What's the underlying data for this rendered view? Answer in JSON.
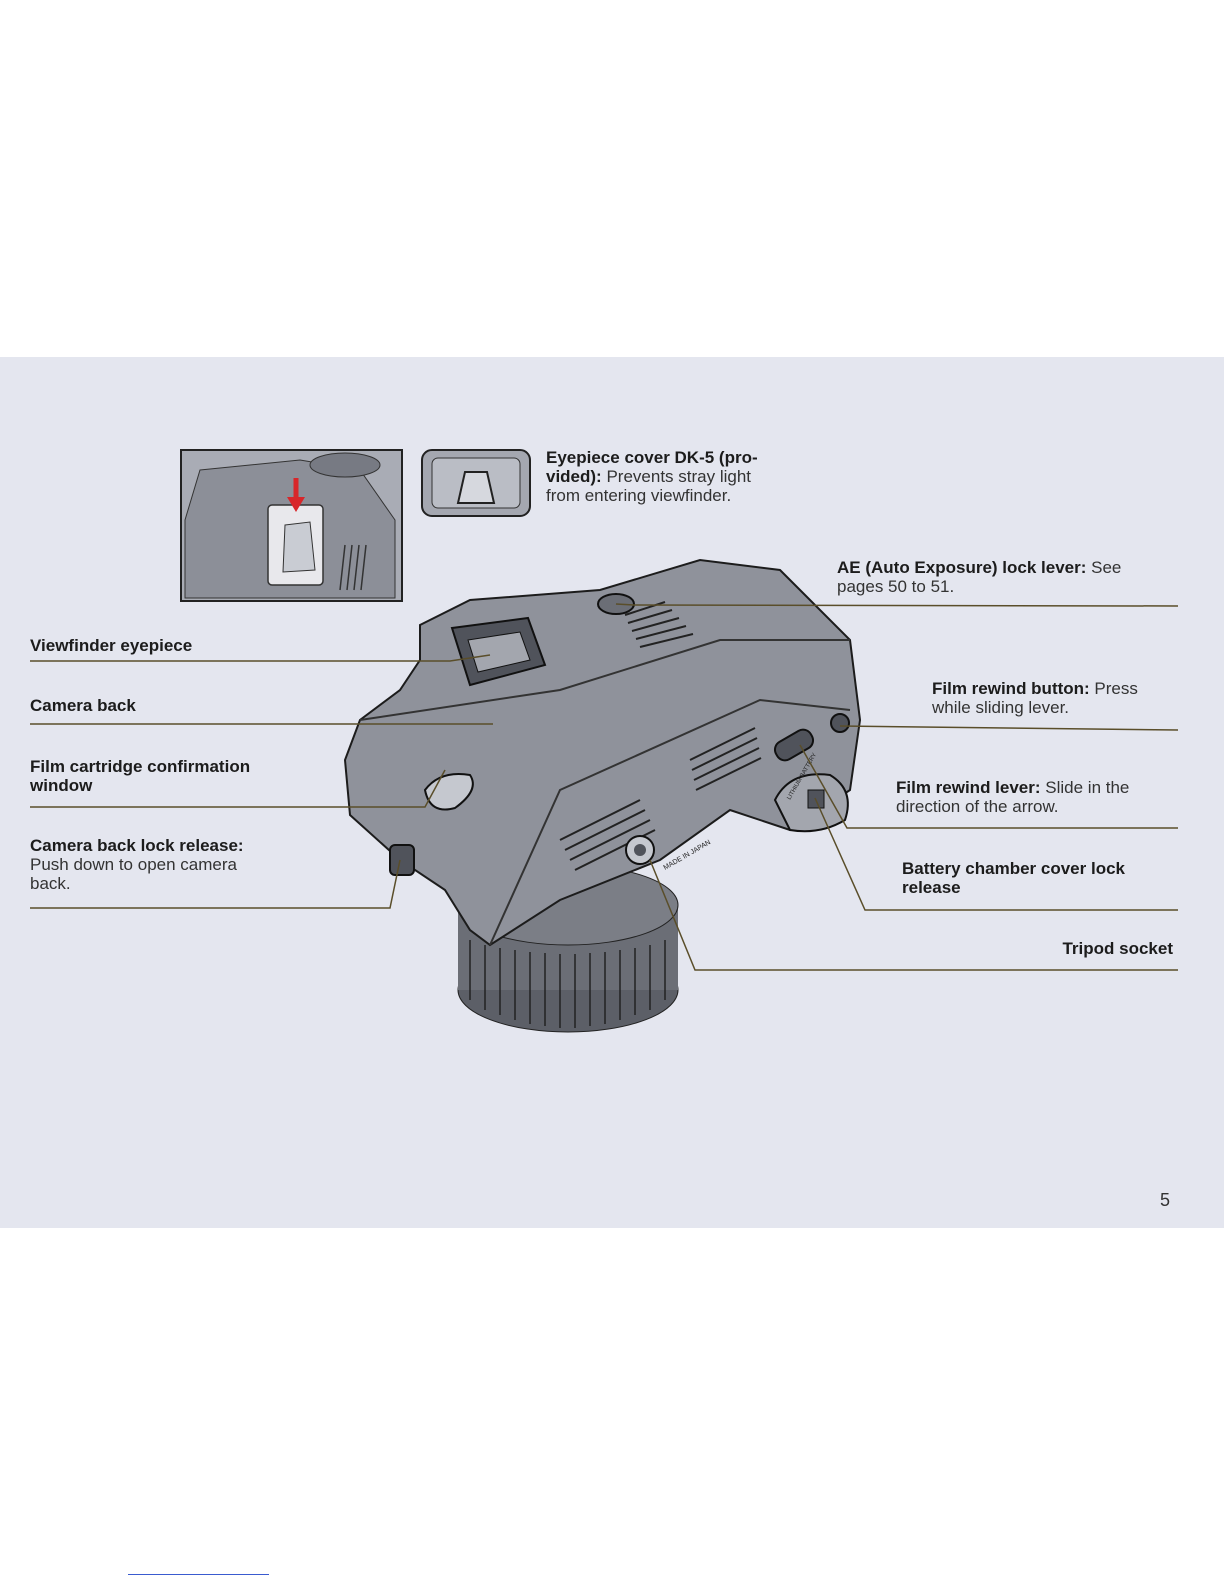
{
  "callouts": {
    "eyepiece_cover": {
      "label": "Eyepiece cover DK-5 (pro-",
      "label2": "vided):",
      "desc1": " Prevents stray light",
      "desc2": "from entering viewfinder."
    },
    "ae_lock": {
      "label": "AE (Auto Exposure) lock lever:",
      "desc1": " See",
      "desc2": "pages 50 to 51."
    },
    "viewfinder_eyepiece": {
      "label": "Viewfinder eyepiece"
    },
    "camera_back": {
      "label": "Camera back"
    },
    "film_cartridge_window": {
      "label1": "Film cartridge confirmation",
      "label2": "window"
    },
    "back_lock_release": {
      "label": "Camera back lock release:",
      "desc1": "Push down to open camera",
      "desc2": "back."
    },
    "film_rewind_button": {
      "label": "Film rewind button:",
      "desc1": " Press",
      "desc2": "while sliding lever."
    },
    "film_rewind_lever": {
      "label": "Film rewind lever:",
      "desc1": " Slide in the",
      "desc2": "direction of the arrow."
    },
    "battery_cover_release": {
      "label1": "Battery chamber cover lock",
      "label2": "release"
    },
    "tripod_socket": {
      "label": "Tripod socket"
    }
  },
  "camera_text": {
    "made_in_japan": "MADE IN JAPAN",
    "lithium_battery": "LITHIUM BATTERY"
  },
  "page_number": "5",
  "colors": {
    "page_background": "#e4e6ef",
    "leader_line": "#5a4e2a",
    "camera_body": "#8f929b",
    "inset_arrow": "#d8262a"
  }
}
